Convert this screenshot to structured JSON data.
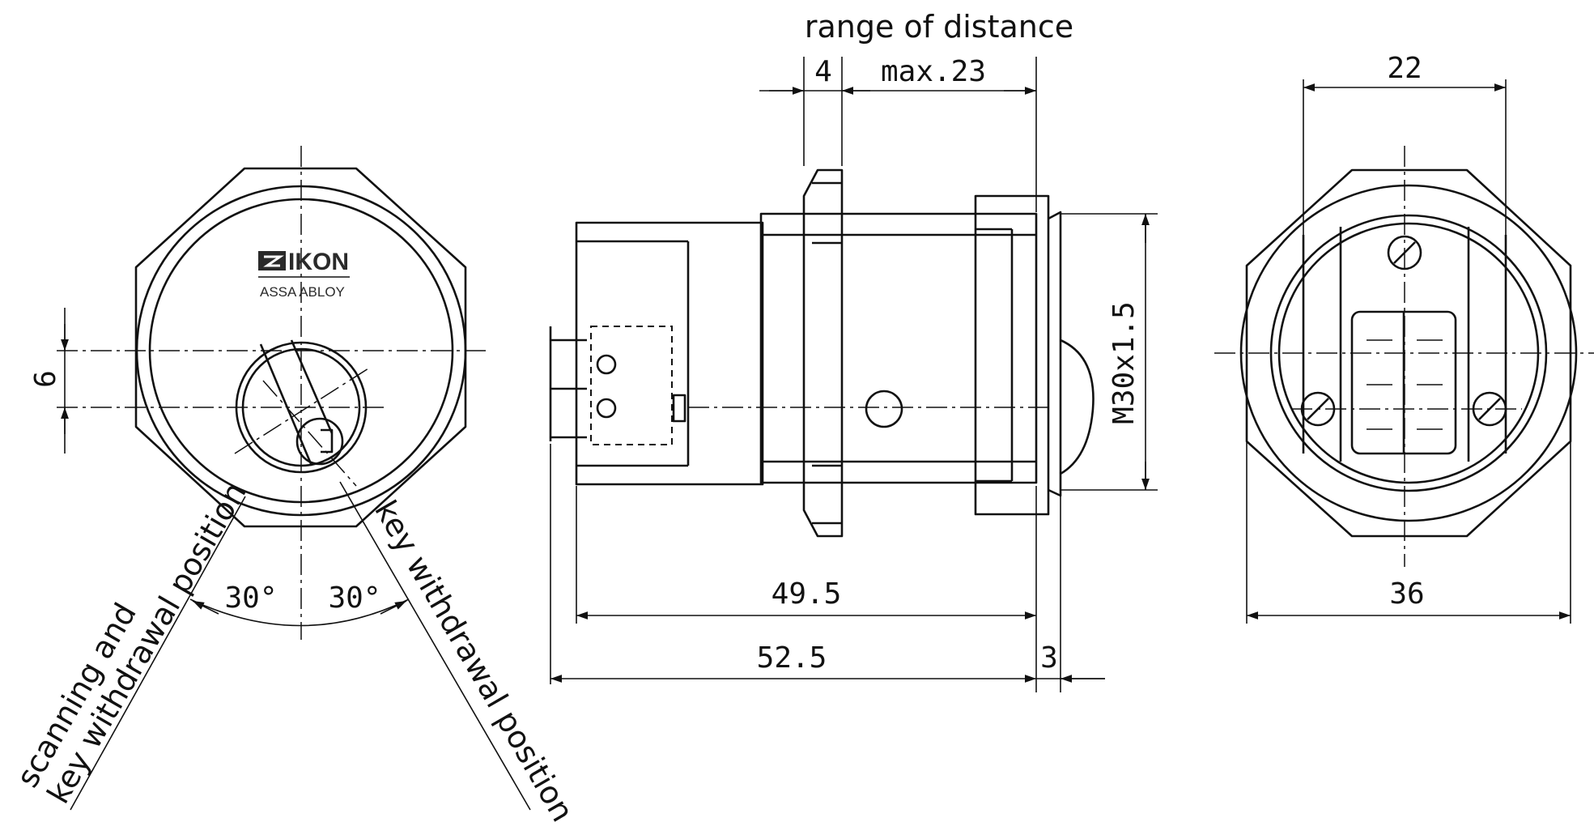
{
  "brand": {
    "logo_mark": "IKON logo mark",
    "name": "IKON",
    "group": "ASSA ABLOY"
  },
  "front_view": {
    "dim_offset": "6",
    "angle_left": "30°",
    "angle_right": "30°",
    "label_left_line1": "scanning and",
    "label_left_line2": "key withdrawal position",
    "label_right": "key withdrawal position"
  },
  "side_view": {
    "title": "range of distance",
    "dim_4": "4",
    "dim_max": "max.23",
    "thread": "M30x1.5",
    "dim_49_5": "49.5",
    "dim_52_5": "52.5",
    "dim_3": "3"
  },
  "rear_view": {
    "dim_22": "22",
    "dim_36": "36"
  }
}
